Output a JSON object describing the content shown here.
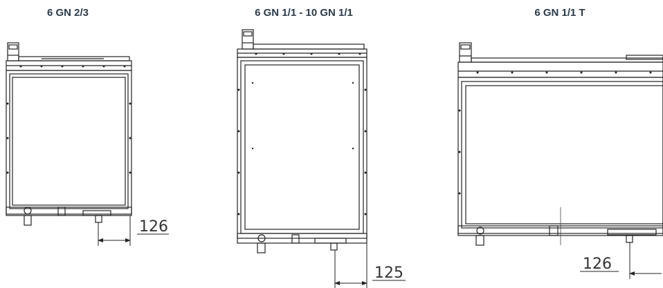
{
  "units": [
    {
      "title": "6 GN 2/3",
      "dimension": "126"
    },
    {
      "title": "6 GN 1/1 - 10 GN 1/1",
      "dimension": "125"
    },
    {
      "title": "6 GN 1/1 T",
      "dimension": "126"
    }
  ],
  "colors": {
    "title": "#2b3a4a",
    "line": "#222222"
  }
}
